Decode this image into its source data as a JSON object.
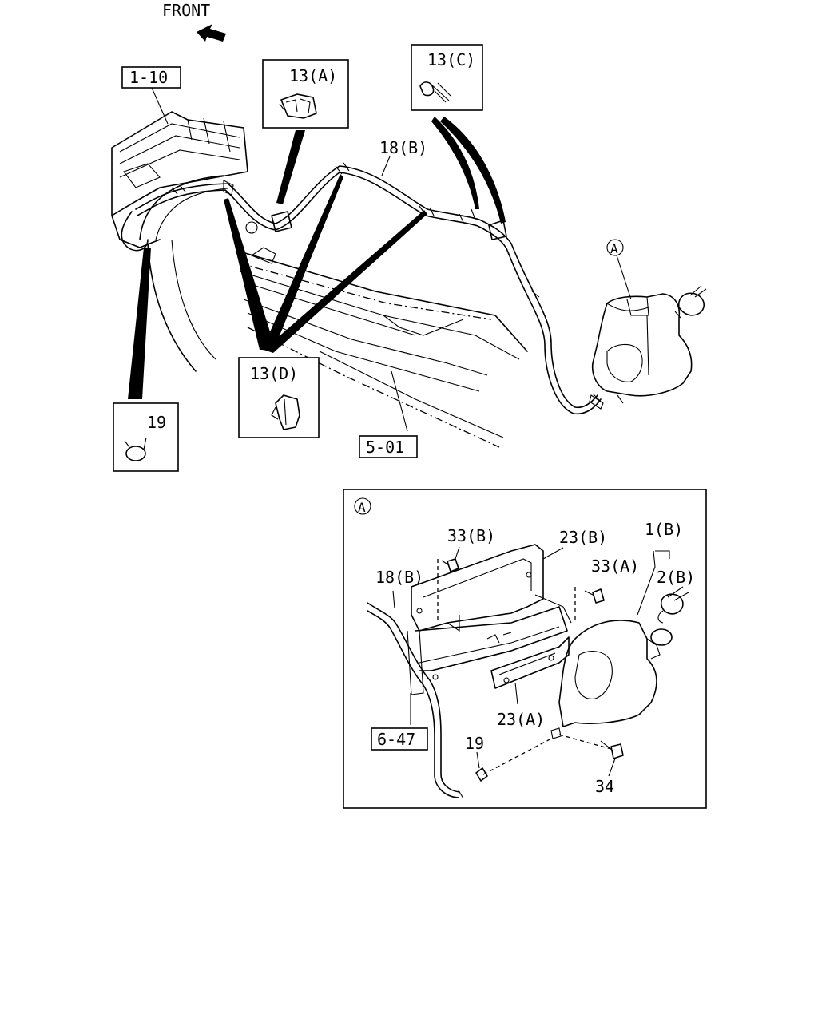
{
  "header": {
    "front_label": "FRONT"
  },
  "main_view": {
    "callouts": {
      "ref_1_10": "1-10",
      "ref_5_01": "5-01",
      "clip_13a": "13(A)",
      "clip_13c": "13(C)",
      "clip_13d": "13(D)",
      "clamp_19": "19",
      "hose_18b": "18(B)",
      "detail_marker": "A"
    }
  },
  "detail_a": {
    "marker": "A",
    "callouts": {
      "bolt_33b": "33(B)",
      "bracket_23b": "23(B)",
      "tank_1b": "1(B)",
      "bolt_33a": "33(A)",
      "cap_2b": "2(B)",
      "hose_18b": "18(B)",
      "bracket_23a": "23(A)",
      "ref_6_47": "6-47",
      "clamp_19": "19",
      "bolt_34": "34"
    }
  }
}
